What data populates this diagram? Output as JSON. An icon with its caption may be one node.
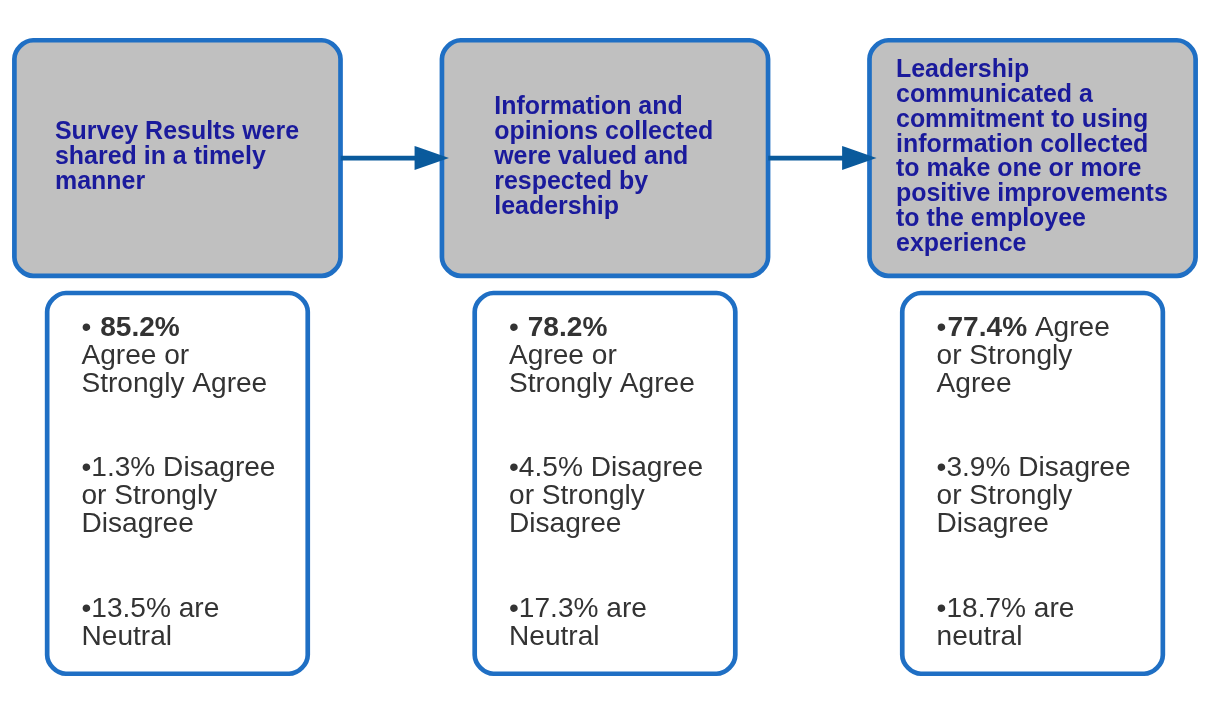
{
  "diagram": {
    "nodes": [
      {
        "text": [
          "Survey Results were shared in a timely manner"
        ]
      },
      {
        "text": [
          "Information and opinions collected were valued and respected by leadership"
        ]
      },
      {
        "text": [
          "Leadership communicated a commitment to using information collected to make one or more positive improvements to the employee experience"
        ]
      },
      {
        "text": [
          "• **85.2%** Agree or Strongly Agree",
          "•1.3% Disagree or Strongly Disagree",
          "•13.5% are Neutral"
        ]
      },
      {
        "text": [
          "• **78.2%** Agree or Strongly Agree",
          "•4.5% Disagree or Strongly Disagree",
          "•17.3% are Neutral"
        ]
      },
      {
        "text": [
          "•**77.4%** Agree or Strongly Agree",
          "•3.9% Disagree or Strongly Disagree",
          "•18.7% are neutral"
        ]
      }
    ],
    "edges": [
      {
        "from": 0,
        "to": 1,
        "arrow": "to"
      },
      {
        "from": 1,
        "to": 2,
        "arrow": "to"
      }
    ]
  }
}
